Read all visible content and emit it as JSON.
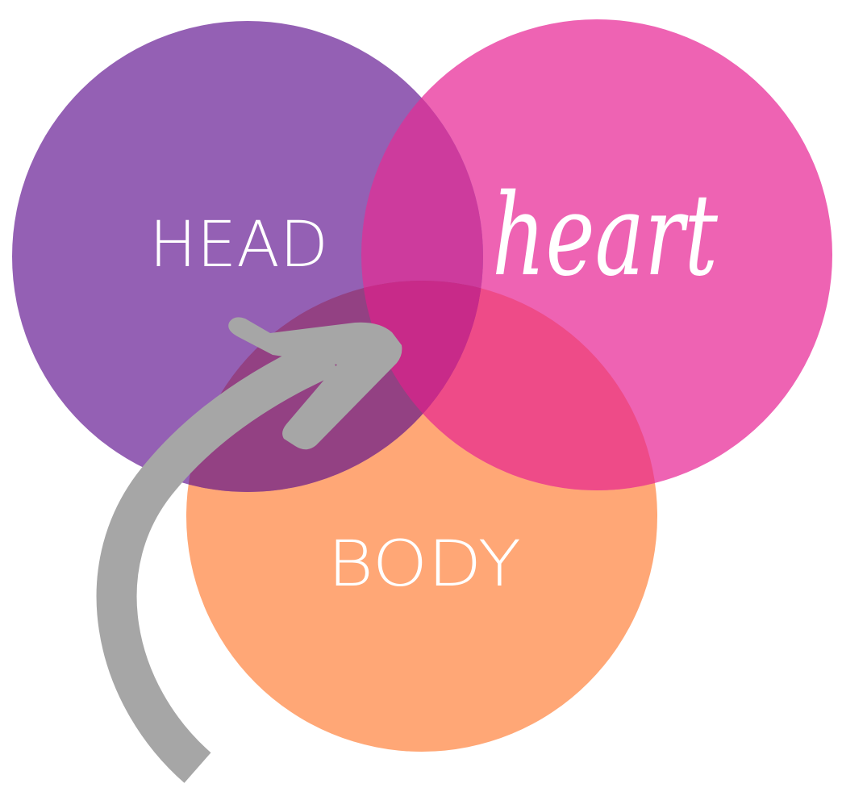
{
  "diagram": {
    "type": "venn",
    "circles": [
      {
        "id": "head",
        "label": "HEAD",
        "color": "#9460b4"
      },
      {
        "id": "heart",
        "label": "heart",
        "color": "#ee63b3"
      },
      {
        "id": "body",
        "label": "BODY",
        "color": "#ffa776"
      }
    ],
    "overlaps": {
      "head_heart": "#cd3b9d",
      "heart_body": "#ee4b88",
      "head_body": "#934183",
      "center": "#c82a89"
    },
    "arrow": {
      "color": "#a6a6a6",
      "icon": "curved-arrow-icon"
    }
  }
}
